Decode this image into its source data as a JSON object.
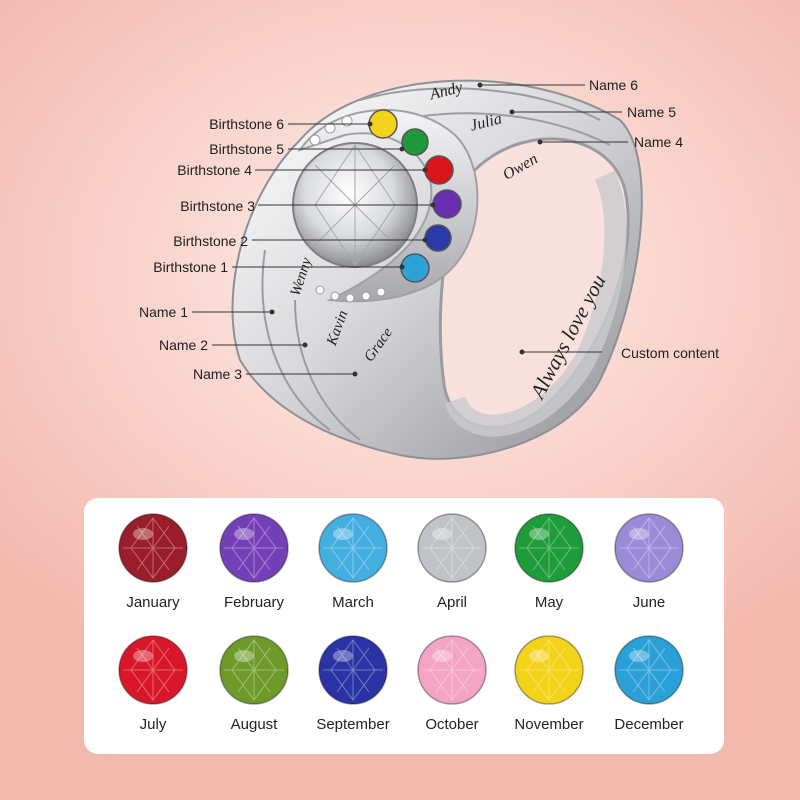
{
  "callouts": {
    "name_6": "Name 6",
    "name_5": "Name 5",
    "name_4": "Name 4",
    "birthstone_6": "Birthstone 6",
    "birthstone_5": "Birthstone 5",
    "birthstone_4": "Birthstone 4",
    "birthstone_3": "Birthstone 3",
    "birthstone_2": "Birthstone 2",
    "birthstone_1": "Birthstone 1",
    "name_1": "Name 1",
    "name_2": "Name 2",
    "name_3": "Name 3",
    "custom_content": "Custom content"
  },
  "engravings": {
    "andy": "Andy",
    "julia": "Julia",
    "owen": "Owen",
    "wenny": "Wenny",
    "kavin": "Kavin",
    "grace": "Grace",
    "always": "Always love you"
  },
  "ring_stones": [
    {
      "color": "#f2d21c"
    },
    {
      "color": "#1f9a3a"
    },
    {
      "color": "#d9161c"
    },
    {
      "color": "#6a2fb0"
    },
    {
      "color": "#2a3aa6"
    },
    {
      "color": "#2ba3d6"
    }
  ],
  "birthstones": [
    {
      "month": "January",
      "color": "#9b1c2a"
    },
    {
      "month": "February",
      "color": "#7440b8"
    },
    {
      "month": "March",
      "color": "#45aee0"
    },
    {
      "month": "April",
      "color": "#bfc3c7"
    },
    {
      "month": "May",
      "color": "#1e9b3a"
    },
    {
      "month": "June",
      "color": "#9a8ad8"
    },
    {
      "month": "July",
      "color": "#d8182a"
    },
    {
      "month": "August",
      "color": "#6e9a2a"
    },
    {
      "month": "September",
      "color": "#2a34a4"
    },
    {
      "month": "October",
      "color": "#f3a3c4"
    },
    {
      "month": "November",
      "color": "#f3d21a"
    },
    {
      "month": "December",
      "color": "#2a9fd8"
    }
  ]
}
